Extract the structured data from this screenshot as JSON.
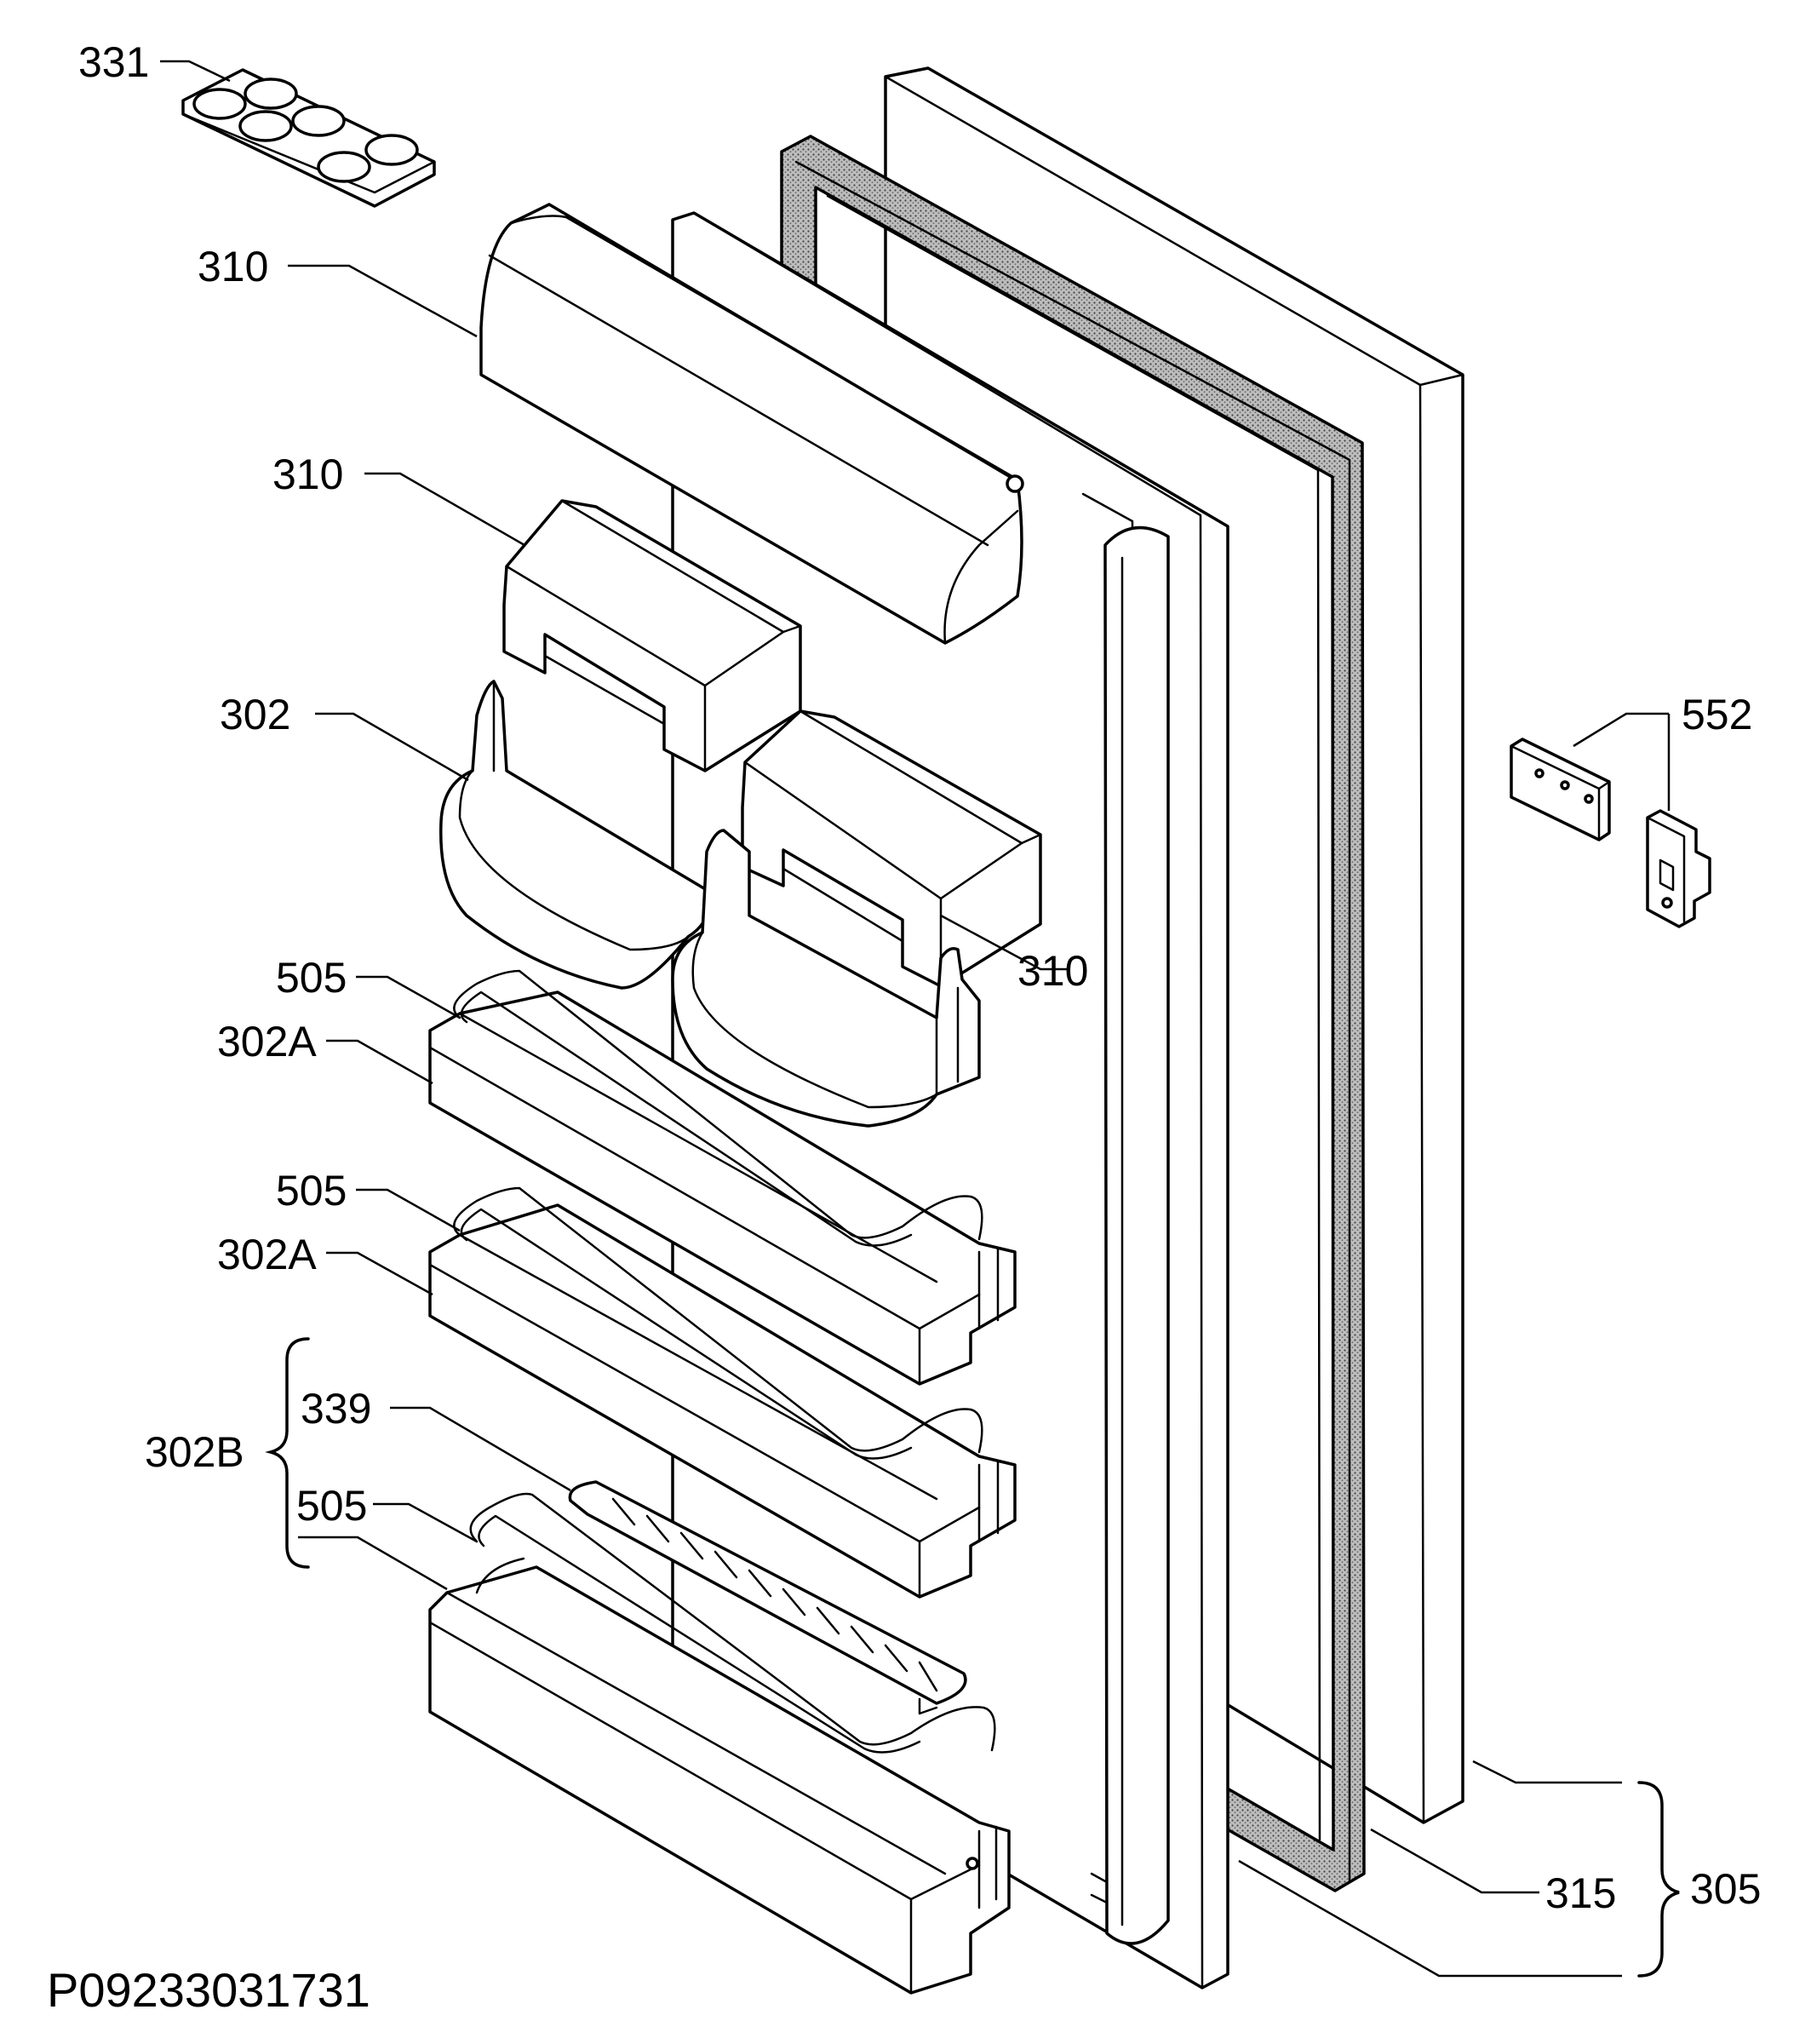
{
  "diagram": {
    "drawing_code": "P09233031731",
    "labels": {
      "egg_tray": "331",
      "cover_top": "310",
      "cover_left": "310",
      "cover_right": "310",
      "small_shelf": "302",
      "bottle_rail_1": "505",
      "door_shelf_1": "302A",
      "bottle_rail_2": "505",
      "door_shelf_2": "302A",
      "bottom_shelf_group": "302B",
      "bottle_holder": "339",
      "bottle_rail_3": "505",
      "hinge_bracket": "552",
      "door_gasket": "315",
      "door_assembly": "305"
    },
    "colors": {
      "line": "#000000",
      "background": "#ffffff",
      "gasket_fill": "#9a9a9a"
    }
  }
}
